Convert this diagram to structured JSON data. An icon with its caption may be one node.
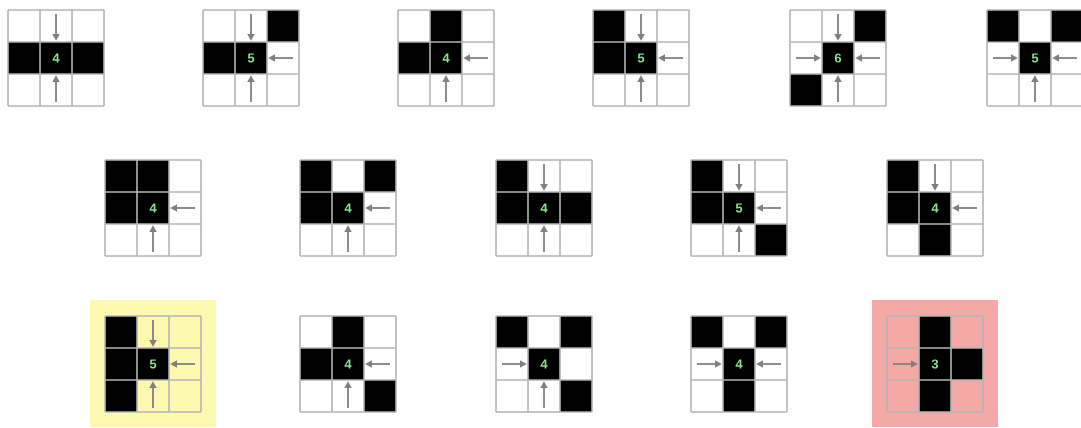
{
  "diagram": {
    "nodes": [
      {
        "text": [
          "4"
        ]
      },
      {
        "text": [
          "5"
        ]
      },
      {
        "text": [
          "4"
        ]
      },
      {
        "text": [
          "5"
        ]
      },
      {
        "text": [
          "6"
        ]
      },
      {
        "text": [
          "5"
        ]
      },
      {
        "text": [
          "4"
        ]
      },
      {
        "text": [
          "4"
        ]
      },
      {
        "text": [
          "4"
        ]
      },
      {
        "text": [
          "5"
        ]
      },
      {
        "text": [
          "4"
        ]
      },
      {
        "text": [
          "5"
        ]
      },
      {
        "text": [
          "4"
        ]
      },
      {
        "text": [
          "4"
        ]
      },
      {
        "text": [
          "4"
        ]
      },
      {
        "text": [
          "3"
        ]
      }
    ],
    "edges": []
  }
}
